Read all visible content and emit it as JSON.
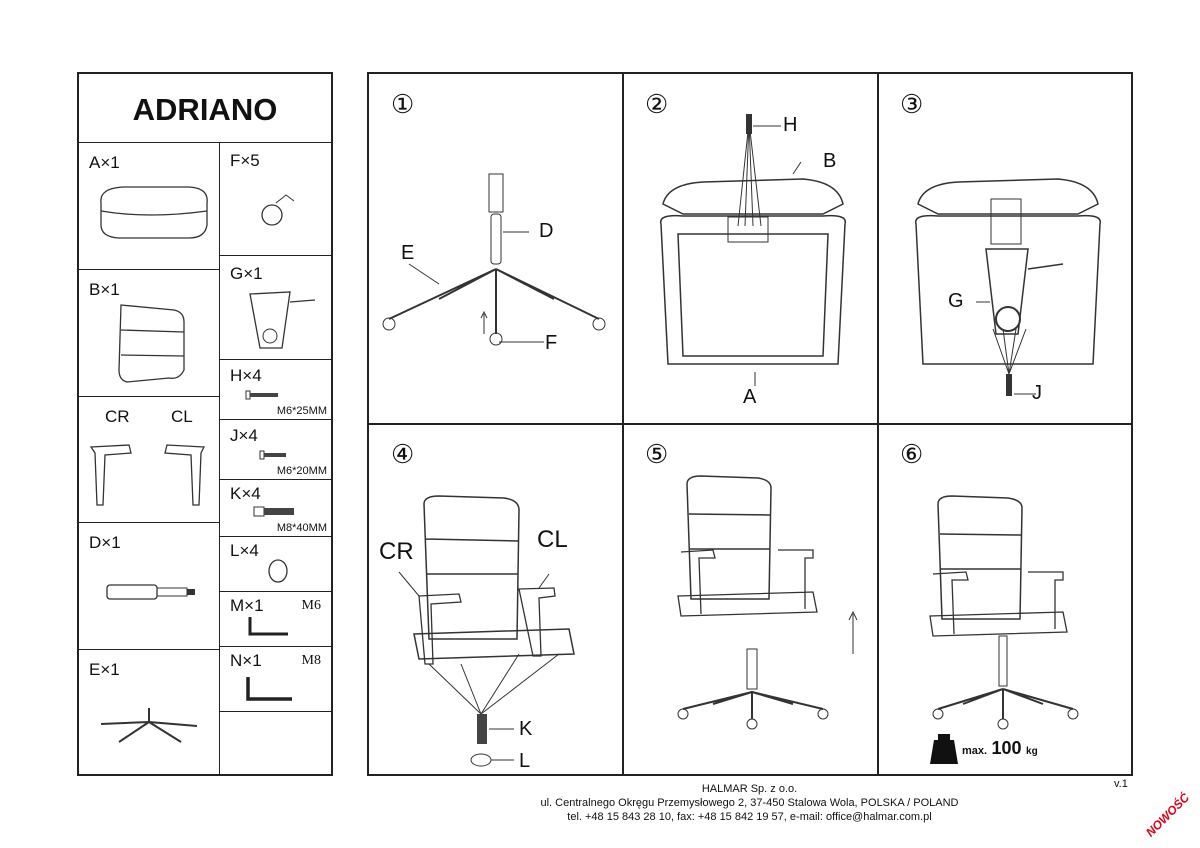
{
  "title": "ADRIANO",
  "parts_left": [
    {
      "id": "A",
      "label": "A×1"
    },
    {
      "id": "B",
      "label": "B×1"
    },
    {
      "id": "CR",
      "label": "CR"
    },
    {
      "id": "CL",
      "label": "CL"
    },
    {
      "id": "D",
      "label": "D×1"
    },
    {
      "id": "E",
      "label": "E×1"
    }
  ],
  "parts_right": [
    {
      "id": "F",
      "label": "F×5"
    },
    {
      "id": "G",
      "label": "G×1"
    },
    {
      "id": "H",
      "label": "H×4",
      "size": "M6*25MM"
    },
    {
      "id": "J",
      "label": "J×4",
      "size": "M6*20MM"
    },
    {
      "id": "K",
      "label": "K×4",
      "size": "M8*40MM"
    },
    {
      "id": "L",
      "label": "L×4"
    },
    {
      "id": "M",
      "label": "M×1",
      "size": "M6"
    },
    {
      "id": "N",
      "label": "N×1",
      "size": "M8"
    }
  ],
  "steps": [
    {
      "num": "①",
      "callouts": [
        "E",
        "D",
        "F"
      ]
    },
    {
      "num": "②",
      "callouts": [
        "H",
        "B",
        "A"
      ]
    },
    {
      "num": "③",
      "callouts": [
        "G",
        "J"
      ]
    },
    {
      "num": "④",
      "callouts": [
        "CR",
        "CL",
        "K",
        "L"
      ]
    },
    {
      "num": "⑤"
    },
    {
      "num": "⑥",
      "max_label": "max.",
      "max_value": "100",
      "max_unit": "kg"
    }
  ],
  "footer": {
    "company": "HALMAR Sp. z o.o.",
    "address": "ul. Centralnego Okręgu Przemysłowego 2, 37-450 Stalowa Wola, POLSKA / POLAND",
    "contact": "tel. +48 15 843 28 10, fax: +48 15 842 19 57, e-mail: office@halmar.com.pl",
    "version": "v.1",
    "badge": "NOWOŚĆ"
  },
  "colors": {
    "line": "#222222",
    "badge": "#e0001a"
  }
}
